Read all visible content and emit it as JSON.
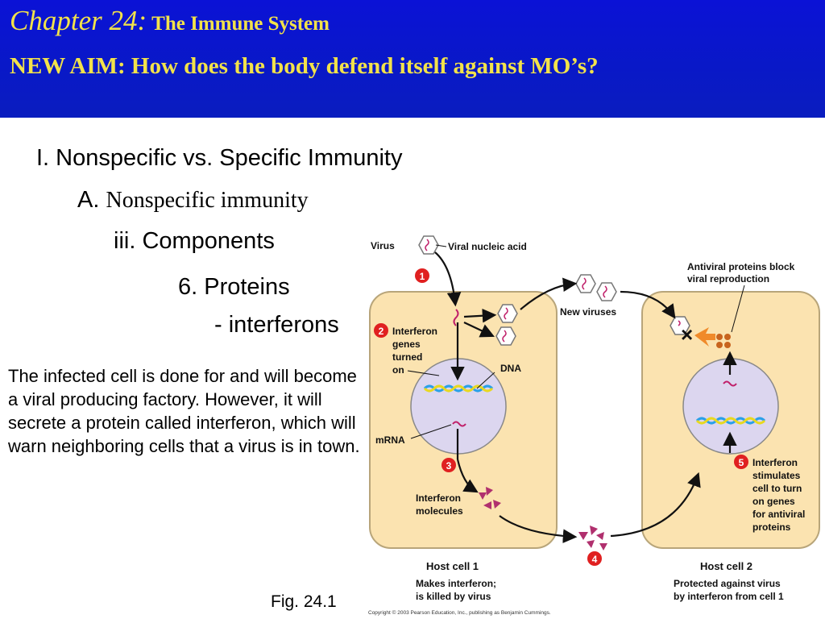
{
  "header": {
    "chapter": "Chapter 24:",
    "chapter_subtitle": "The Immune System",
    "aim": "NEW AIM: How does the body defend itself against MO’s?"
  },
  "outline": {
    "level1": "I. Nonspecific vs. Specific Immunity",
    "level2_letter": "A.",
    "level2_text": "Nonspecific immunity",
    "level3": "iii. Components",
    "level4": "6. Proteins",
    "level5": "- interferons"
  },
  "description": "The infected cell is done for and will become a viral producing factory. However, it will secrete a protein called interferon, which will warn neighboring cells that a virus is in town.",
  "figure_label": "Fig. 24.1",
  "diagram": {
    "virus": "Virus",
    "viral_nucleic_acid": "Viral nucleic acid",
    "new_viruses": "New viruses",
    "antiviral_block_1": "Antiviral proteins block",
    "antiviral_block_2": "viral reproduction",
    "step1": "1",
    "step2": "2",
    "step3": "3",
    "step4": "4",
    "step5": "5",
    "interferon_genes": [
      "Interferon",
      "genes",
      "turned",
      "on"
    ],
    "dna": "DNA",
    "mrna": "mRNA",
    "interferon_molecules": [
      "Interferon",
      "molecules"
    ],
    "interferon_stimulates": [
      "Interferon",
      "stimulates",
      "cell to turn",
      "on genes",
      "for antiviral",
      "proteins"
    ],
    "host_cell_1": "Host cell 1",
    "host_cell_1_caption": [
      "Makes interferon;",
      "is killed by virus"
    ],
    "host_cell_2": "Host cell 2",
    "host_cell_2_caption": [
      "Protected against virus",
      "by interferon from cell 1"
    ],
    "copyright": "Copyright © 2003 Pearson Education, Inc., publishing as Benjamin Cummings."
  },
  "colors": {
    "header_bg": "#0918c8",
    "header_text": "#f2e24a",
    "cell_fill": "#fbe3b0",
    "nucleus_fill": "#dcd6ef",
    "step_badge": "#e02020",
    "interferon_purple": "#b0306e"
  }
}
